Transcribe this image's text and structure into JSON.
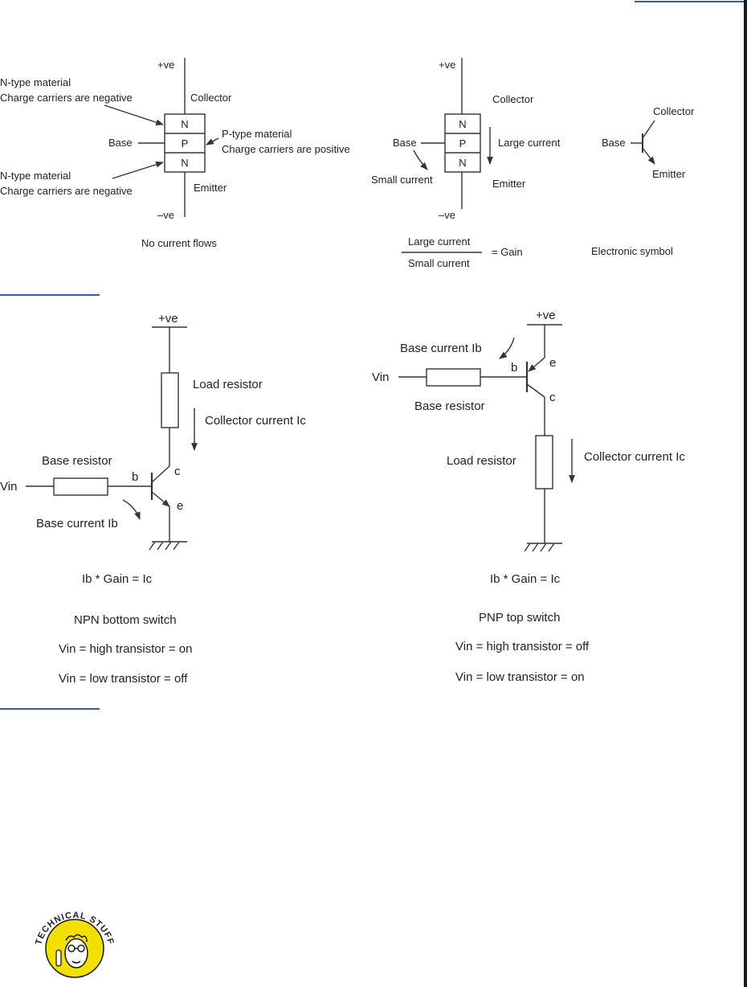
{
  "diagram1": {
    "plus_ve": "+ve",
    "minus_ve": "–ve",
    "n_top": "N",
    "p": "P",
    "n_bottom": "N",
    "ntype_top_line1": "N-type material",
    "ntype_top_line2": "Charge carriers are negative",
    "ptype_line1": "P-type material",
    "ptype_line2": "Charge carriers are positive",
    "ntype_bottom_line1": "N-type material",
    "ntype_bottom_line2": "Charge carriers are negative",
    "base": "Base",
    "collector": "Collector",
    "emitter": "Emitter",
    "caption": "No current flows"
  },
  "diagram2": {
    "plus_ve": "+ve",
    "minus_ve": "–ve",
    "n_top": "N",
    "p": "P",
    "n_bottom": "N",
    "base": "Base",
    "collector": "Collector",
    "emitter": "Emitter",
    "large_current": "Large current",
    "small_current": "Small current",
    "frac_num": "Large current",
    "frac_den": "Small current",
    "equals_gain": "=  Gain"
  },
  "diagram3": {
    "collector": "Collector",
    "base": "Base",
    "emitter": "Emitter",
    "caption": "Electronic symbol"
  },
  "npn": {
    "plus_ve": "+ve",
    "load_resistor": "Load resistor",
    "collector_current": "Collector current Ic",
    "base_resistor": "Base resistor",
    "vin": "Vin",
    "b": "b",
    "c": "c",
    "e": "e",
    "base_current": "Base current Ib",
    "formula": "Ib * Gain = Ic",
    "title": "NPN bottom switch",
    "high": "Vin = high transistor = on",
    "low": "Vin = low transistor = off"
  },
  "pnp": {
    "plus_ve": "+ve",
    "base_current": "Base current Ib",
    "vin": "Vin",
    "b": "b",
    "e": "e",
    "c": "c",
    "base_resistor": "Base resistor",
    "load_resistor": "Load resistor",
    "collector_current": "Collector current Ic",
    "formula": "Ib * Gain = Ic",
    "title": "PNP top switch",
    "high": "Vin = high transistor = off",
    "low": "Vin = low transistor = on"
  },
  "icon": {
    "text": "TECHNICAL STUFF"
  },
  "colors": {
    "rule": "#2b5fb3",
    "icon_yellow": "#f4e000"
  }
}
